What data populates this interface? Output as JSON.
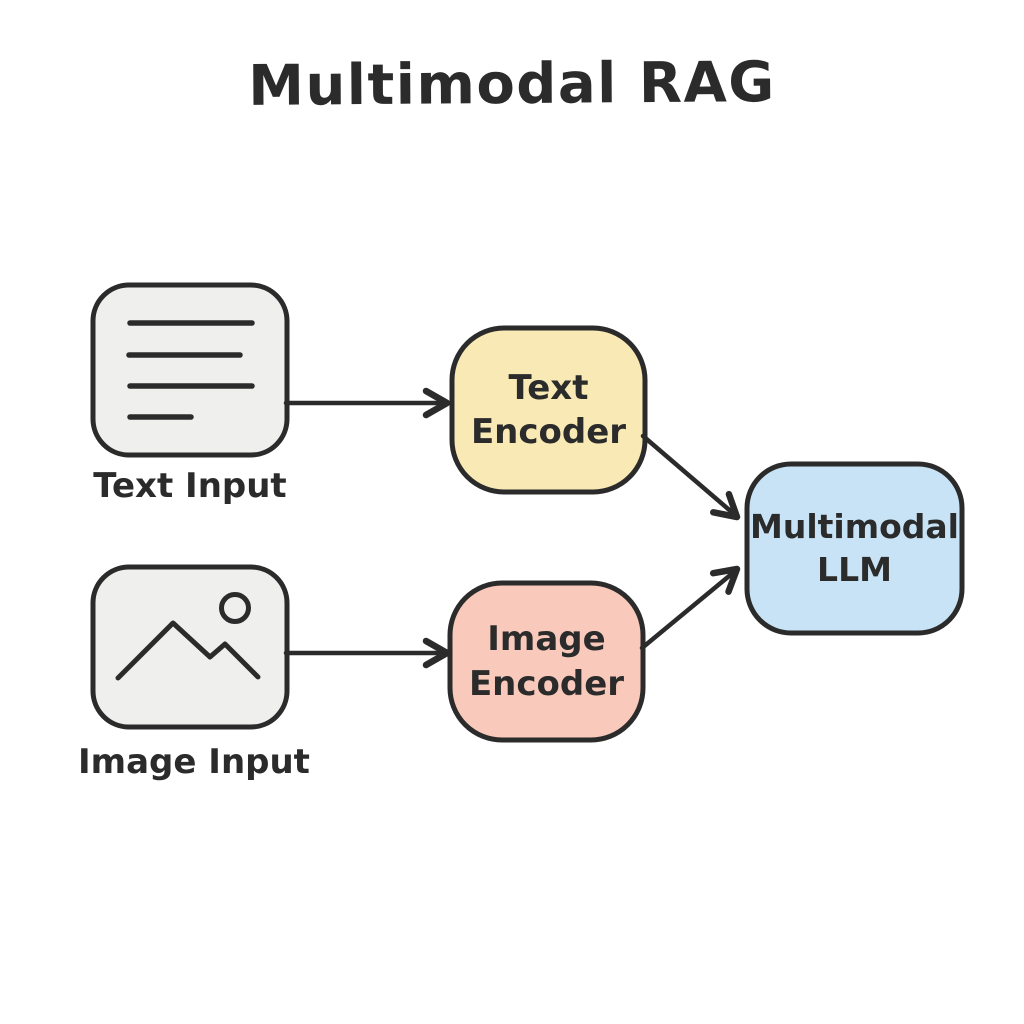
{
  "title": "Multimodal RAG",
  "colors": {
    "background": "#ffffff",
    "ink": "#2b2b2b",
    "input_fill": "#efefee",
    "text_encoder_fill": "#f9e9b5",
    "image_encoder_fill": "#f9c9bc",
    "llm_fill": "#c8e3f5"
  },
  "nodes": {
    "text_input": {
      "caption": "Text Input",
      "icon": "document-lines-icon"
    },
    "image_input": {
      "caption": "Image Input",
      "icon": "picture-icon"
    },
    "text_encoder": {
      "label": "Text\nEncoder"
    },
    "image_encoder": {
      "label": "Image\nEncoder"
    },
    "multimodal_llm": {
      "label": "Multimodal\nLLM"
    }
  },
  "edges": [
    {
      "from": "Text Input",
      "to": "Text Encoder"
    },
    {
      "from": "Image Input",
      "to": "Image Encoder"
    },
    {
      "from": "Text Encoder",
      "to": "Multimodal LLM"
    },
    {
      "from": "Image Encoder",
      "to": "Multimodal LLM"
    }
  ]
}
